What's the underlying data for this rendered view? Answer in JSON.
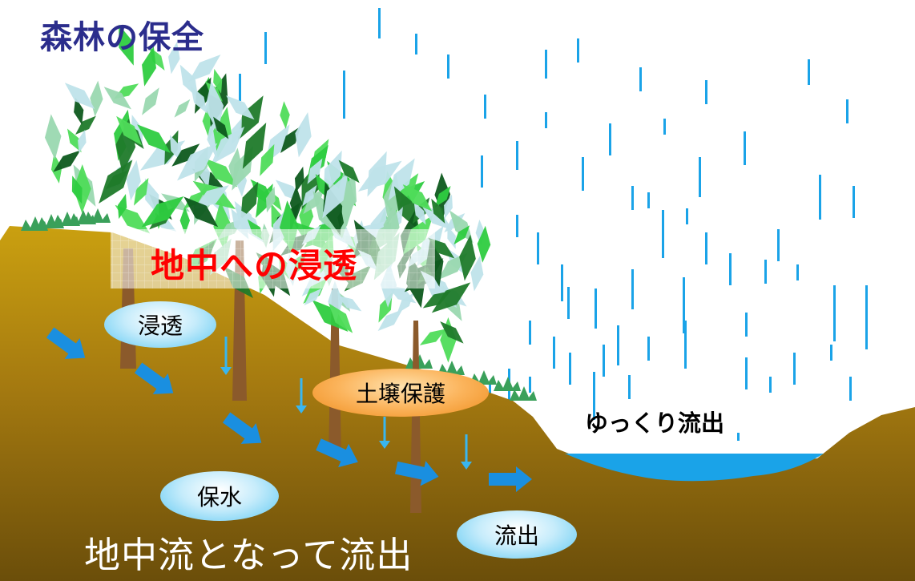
{
  "title": "森林の保全",
  "labels": {
    "infiltration_ground": "地中への浸透",
    "infiltration": "浸透",
    "soil_protection": "土壌保護",
    "slow_outflow": "ゆっくり流出",
    "water_retention": "保水",
    "outflow": "流出",
    "subsurface_outflow": "地中流となって流出"
  },
  "colors": {
    "title": "#2b2d8c",
    "highlight": "#ff0000",
    "rain": "#1aa3e8",
    "soil_top": "#c89a10",
    "soil_bottom": "#6b4e0a",
    "water": "#1aa3e8",
    "leaf_dark": "#1f7a2a",
    "leaf_mid": "#2ecc40",
    "leaf_light": "#bfe3ea",
    "trunk": "#8b5a2b",
    "arrow": "#1a8fe0"
  },
  "icons": [
    "rain-drop-icon",
    "tree-icon",
    "flow-arrow-icon",
    "leaf-icon"
  ]
}
